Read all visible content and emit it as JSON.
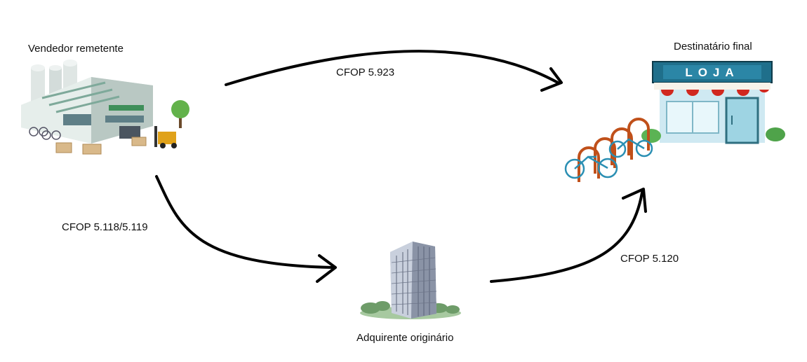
{
  "nodes": {
    "seller": {
      "label": "Vendedor remetente",
      "icon": "factory-warehouse-icon"
    },
    "final": {
      "label": "Destinatário final",
      "icon": "store-loja-icon",
      "sign_text": "LOJA"
    },
    "acquirer": {
      "label": "Adquirente originário",
      "icon": "office-building-icon"
    }
  },
  "edges": {
    "seller_to_final": {
      "label": "CFOP 5.923"
    },
    "seller_to_acquirer": {
      "label": "CFOP 5.118/5.119"
    },
    "acquirer_to_final": {
      "label": "CFOP 5.120"
    }
  },
  "colors": {
    "arrow": "#000000",
    "store_sign": "#1f6f8b",
    "awning_red": "#d1281f",
    "store_wall": "#c8e6f0",
    "bike_arch": "#c0501a",
    "building": "#8a93a6"
  }
}
